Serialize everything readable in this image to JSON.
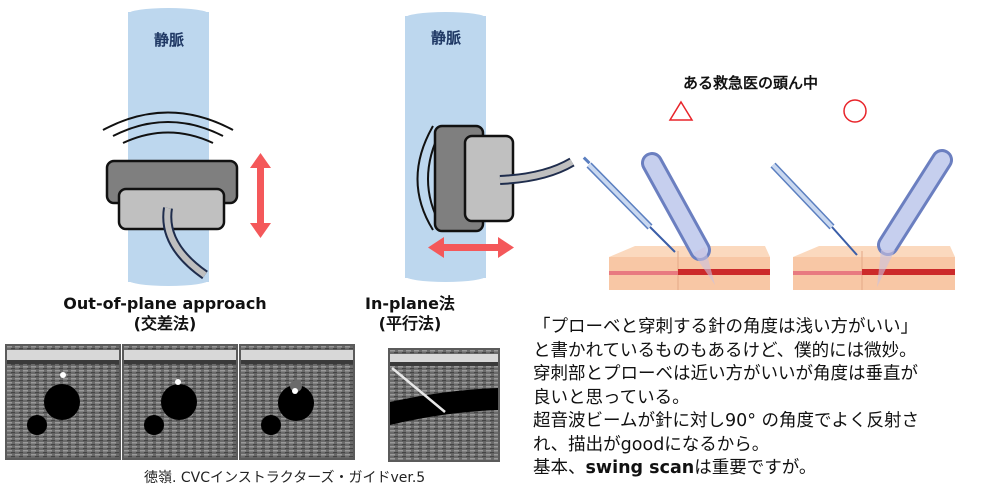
{
  "left_diagram": {
    "vein_label": "静脈",
    "method_label_line1": "Out-of-plane approach",
    "method_label_line2": "(交差法)",
    "motion": "vertical-double-arrow"
  },
  "middle_diagram": {
    "vein_label": "静脈",
    "method_label_line1": "In-plane法",
    "method_label_line2": "(平行法)",
    "motion": "horizontal-double-arrow"
  },
  "ultrasound_images": {
    "out_of_plane": [
      {
        "name": "us-frame-1",
        "needle_tip": "above-vessel"
      },
      {
        "name": "us-frame-2",
        "needle_tip": "touching-vessel"
      },
      {
        "name": "us-frame-3",
        "needle_tip": "inside-vessel"
      }
    ],
    "in_plane": {
      "name": "us-inplane",
      "needle": "full-shaft-visible"
    }
  },
  "caption": "徳嶺. CVCインストラクターズ・ガイドver.5",
  "right_panel": {
    "heading": "ある救急医の頭ん中",
    "left_mark": "△",
    "right_mark": "○",
    "mark_color": "#e8242a",
    "left_scene": "shallow-probe-angle",
    "right_scene": "perpendicular-probe-angle"
  },
  "comment": {
    "lines": [
      "「プローベと穿刺する針の角度は浅い方がいい」",
      "と書かれているものもあるけど、僕的には微妙。",
      "穿刺部とプローベは近い方がいいが角度は垂直が",
      "良いと思っている。",
      "超音波ビームが針に対し90° の角度でよく反射さ",
      "れ、描出がgoodになるから。"
    ],
    "last_line_prefix": "基本、",
    "last_line_bold": "swing scan",
    "last_line_suffix": "は重要ですが。"
  },
  "colors": {
    "vein": "#bdd7ee",
    "vein_text": "#1f3864",
    "arrow": "#f4585a",
    "probe_dark": "#7f7f7f",
    "probe_light": "#c0c0c0",
    "cable_outline": "#1f2d4d",
    "skin": "#f8c7a5",
    "vessel_red": "#cc2a2a"
  }
}
